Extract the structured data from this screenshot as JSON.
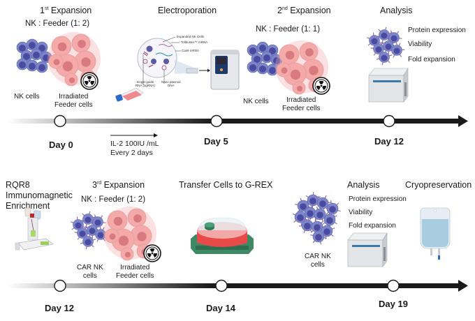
{
  "colors": {
    "nk_cell": "#7c86c8",
    "nk_nucleus": "#4a4aa0",
    "feeder_cell": "#f4aaa8",
    "feeder_nucleus": "#d97a7e",
    "receptor": "#9a6aa8",
    "timeline": "#1a1a1a",
    "grex_base": "#3f8a64",
    "grex_media": "#e84a4a",
    "bag_liquid": "#a8cde0"
  },
  "row1": {
    "expansion1": {
      "title_num": "1",
      "title_sup": "st",
      "title_rest": " Expansion",
      "ratio": "NK : Feeder (1: 2)",
      "nk_label": "NK cells",
      "feeder_label_line1": "Irradiated",
      "feeder_label_line2": "Feeder cells"
    },
    "electroporation": {
      "title": "Electroporation",
      "callouts": {
        "expanded_nk": "Expanded NK Cells",
        "tollbuster": "Tollbuster™ mRNA",
        "cas9": "Cas9 mRNA",
        "sgrna_line1": "Single-guide",
        "sgrna_line2": "RNA (sgRNA)",
        "plasmid_line1": "Nano plasmid",
        "plasmid_line2": "DNA"
      }
    },
    "expansion2": {
      "title_num": "2",
      "title_sup": "nd",
      "title_rest": " Expansion",
      "ratio": "NK : Feeder (1: 1)",
      "nk_label": "NK cells",
      "feeder_label_line1": "Irradiated",
      "feeder_label_line2": "Feeder cells"
    },
    "analysis": {
      "title": "Analysis",
      "items": [
        "Protein expression",
        "Viability",
        "Fold expansion"
      ]
    },
    "il2_note_line1": "IL-2 100IU /mL",
    "il2_note_line2": "Every 2 days",
    "days": [
      "Day 0",
      "Day 5",
      "Day 12"
    ]
  },
  "row2": {
    "enrichment": {
      "line1": "RQR8",
      "line2": "Immunomagnetic",
      "line3": "Enrichment"
    },
    "expansion3": {
      "title_num": "3",
      "title_sup": "rd",
      "title_rest": " Expansion",
      "ratio": "NK : Feeder (1: 2)",
      "car_label_line1": "CAR NK",
      "car_label_line2": "cells",
      "feeder_label_line1": "Irradiated",
      "feeder_label_line2": "Feeder cells"
    },
    "transfer": {
      "title": "Transfer Cells to G-REX"
    },
    "car_cells": {
      "label_line1": "CAR NK",
      "label_line2": "cells"
    },
    "analysis": {
      "title": "Analysis",
      "items": [
        "Protein expression",
        "Viability",
        "Fold expansion"
      ]
    },
    "cryo": {
      "title": "Cryopreservation"
    },
    "days": [
      "Day 12",
      "Day 14",
      "Day 19"
    ]
  }
}
